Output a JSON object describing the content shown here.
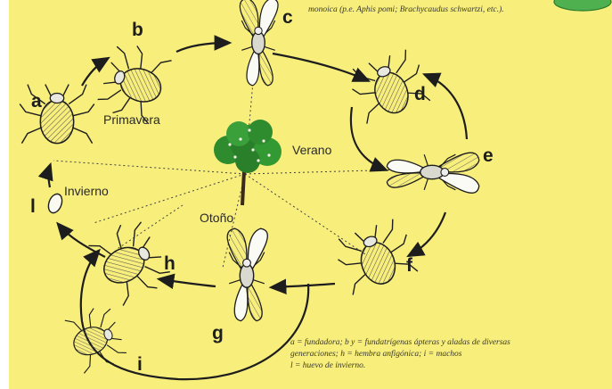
{
  "header_caption": "monoica (p.e. Aphis pomi; Brachycaudus schwartzi, etc.).",
  "labels": {
    "a": "a",
    "b": "b",
    "c": "c",
    "d": "d",
    "e": "e",
    "f": "f",
    "g": "g",
    "h": "h",
    "i": "i",
    "l": "l"
  },
  "seasons": {
    "spring": "Primavera",
    "summer": "Verano",
    "autumn": "Otoño",
    "winter": "Invierno"
  },
  "legend_lines": [
    "a = fundadora; b y = fundatrígenas ápteras y aladas de diversas",
    "generaciones; h = hembra anfigónica; i = machos",
    "l = huevo de invierno."
  ],
  "colors": {
    "background": "#f7ee7c",
    "ink": "#1d1d1d",
    "tree_green": "#2e8b2e",
    "badge_green": "#4fb04f"
  },
  "icons": {
    "tree": "tree-icon",
    "insect": "aphid-icon",
    "winged_insect": "winged-aphid-icon",
    "egg": "egg-icon"
  }
}
